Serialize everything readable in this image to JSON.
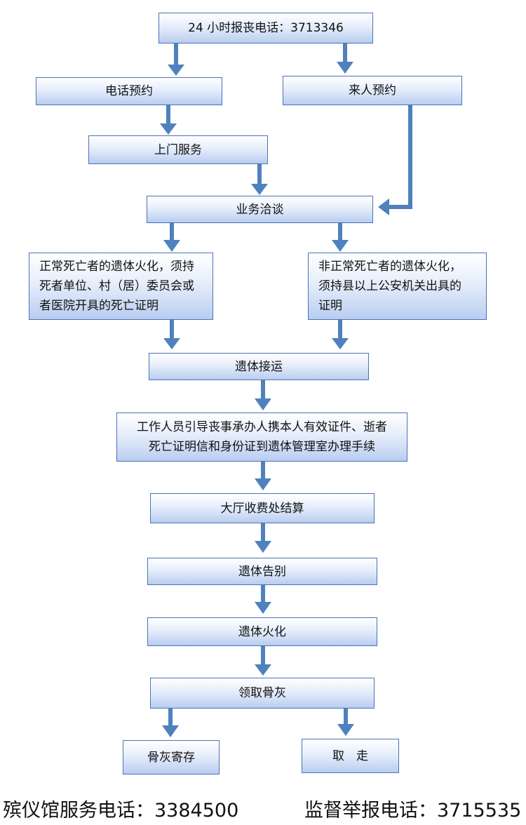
{
  "nodes": {
    "hotline": "24 小时报丧电话：3713346",
    "phone_booking": "电话预约",
    "walkin_booking": "来人预约",
    "home_service": "上门服务",
    "consultation": "业务洽谈",
    "normal_death": "正常死亡者的遗体火化，须持\n死者单位、村（居）委员会或\n者医院开具的死亡证明",
    "abnormal_death": "非正常死亡者的遗体火化，\n须持县以上公安机关出具的\n证明",
    "body_transport": "遗体接运",
    "procedures": "工作人员引导丧事承办人携本人有效证件、逝者\n死亡证明信和身份证到遗体管理室办理手续",
    "payment": "大厅收费处结算",
    "farewell": "遗体告别",
    "cremation": "遗体火化",
    "collect_ashes": "领取骨灰",
    "store_ashes": "骨灰寄存",
    "take_away": "取　走"
  },
  "footer": {
    "service_phone": "殡仪馆服务电话：3384500",
    "report_phone": "监督举报电话：3715535"
  },
  "colors": {
    "arrow": "#4f81bd",
    "border": "#4a73b5"
  }
}
